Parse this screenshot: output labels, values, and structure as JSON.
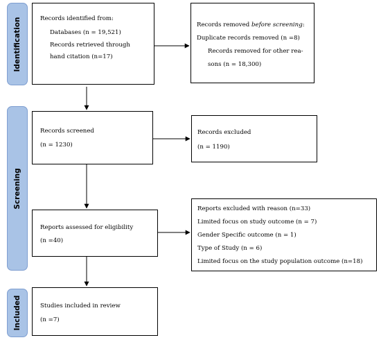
{
  "stages": {
    "identification": "Identification",
    "screening": "Screening",
    "included": "Included"
  },
  "boxes": {
    "identified": {
      "heading": "Records identified from:",
      "databases": "Databases (n = 19,521)",
      "hand_citation_line1": "Records retrieved through",
      "hand_citation_line2": "hand citation (n=17)"
    },
    "removed": {
      "heading_prefix": "Records removed ",
      "heading_italic": "before screening",
      "heading_suffix": ":",
      "duplicates": "Duplicate records removed (n =8)",
      "other_line1": "Records removed for other rea-",
      "other_line2": "sons (n = 18,300)"
    },
    "screened": {
      "heading": "Records screened",
      "count": "(n = 1230)"
    },
    "excluded": {
      "heading": "Records excluded",
      "count": "(n = 1190)"
    },
    "assessed": {
      "heading": "Reports assessed for eligibility",
      "count": "(n =40)"
    },
    "reports_excluded": {
      "heading": "Reports excluded with reason (n=33)",
      "reasons": [
        "Limited focus on study outcome (n = 7)",
        "Gender Specific outcome (n = 1)",
        "Type of Study (n = 6)",
        "Limited focus on the study population outcome (n=18)"
      ]
    },
    "included": {
      "heading": "Studies included in review",
      "count": "(n =7)"
    }
  }
}
